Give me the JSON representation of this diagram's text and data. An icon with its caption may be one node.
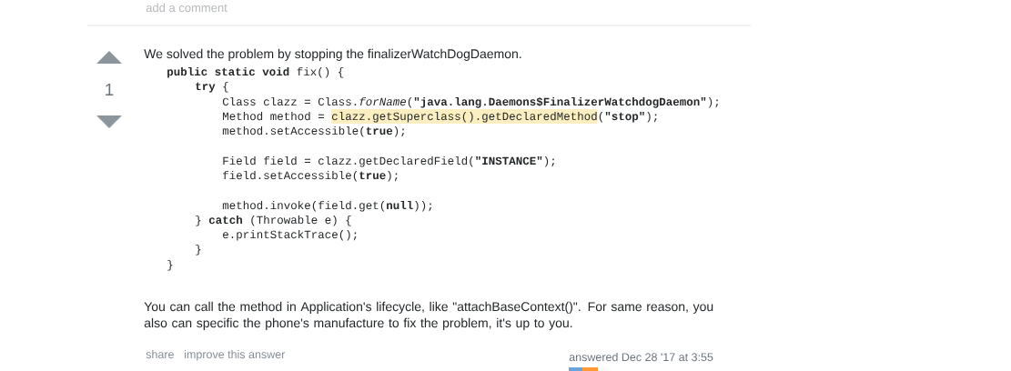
{
  "diagram": {
    "labels": [
      "add a comment",
      "1",
      "We solved the problem by stopping the finalizerWatchDogDaemon.",
      "**public static void** fix() {",
      "**try** {",
      "Class clazz = Class.*forName*(**\"java.lang.Daemons$FinalizerWatchdogDaemon\"**);",
      "Method method = clazz.getSuperclass().getDeclaredMethod(**\"stop\"**);",
      "method.setAccessible(**true**);",
      "Field field = clazz.getDeclaredField(**\"INSTANCE\"**);",
      "field.setAccessible(**true**);",
      "method.invoke(field.get(**null**));",
      "} **catch** (Throwable e) {",
      "e.printStackTrace();",
      "}",
      "}",
      "You can call the method in Application's lifecycle, like \"attachBaseContext()\". For same reason, you also can specific the phone's manufacture to fix the problem, it's up to you.",
      "share",
      "improve this answer",
      "answered Dec 28 '17 at 3:55"
    ]
  }
}
